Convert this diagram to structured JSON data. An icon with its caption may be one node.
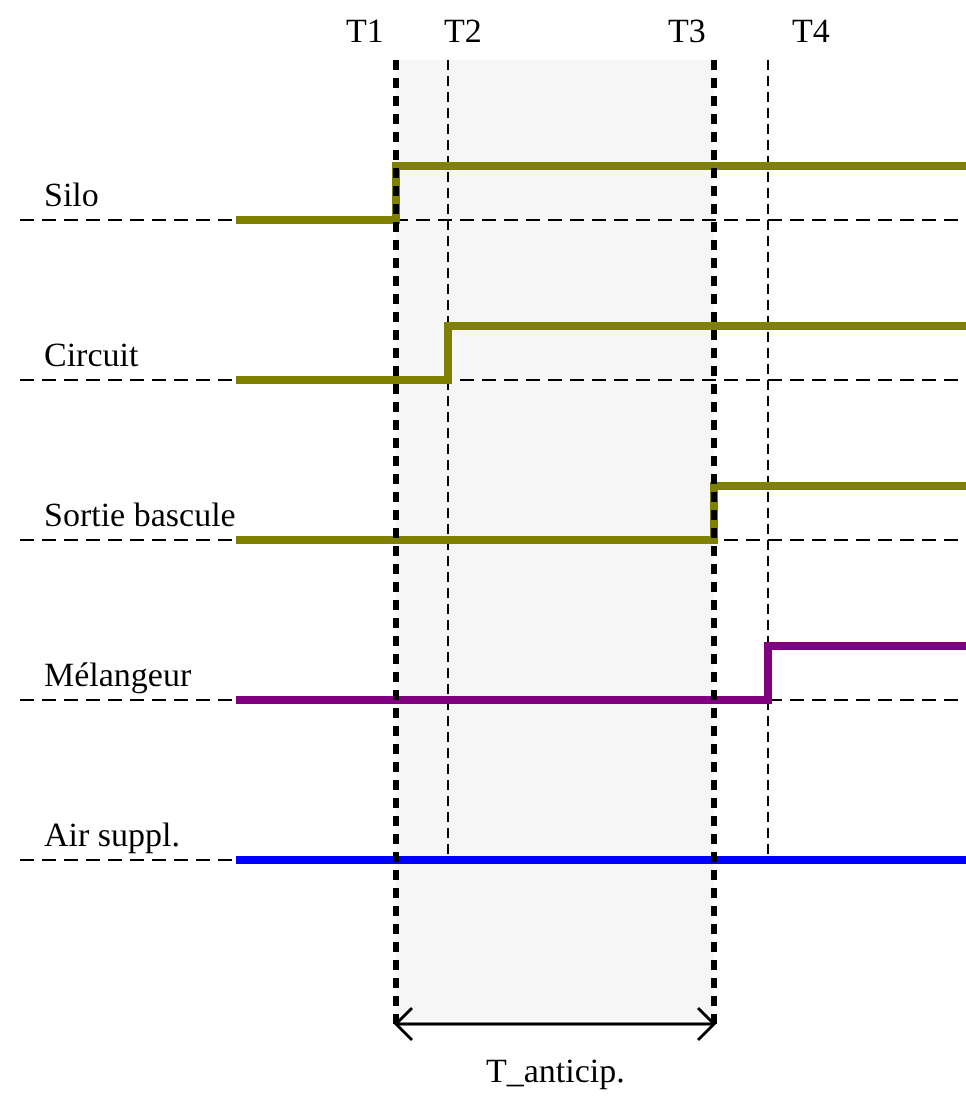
{
  "diagram": {
    "labels": [
      "T1",
      "T2",
      "T3",
      "T4",
      "Silo",
      "Circuit",
      "Sortie bascule",
      "Mélangeur",
      "Air suppl.",
      "T_anticip."
    ]
  }
}
